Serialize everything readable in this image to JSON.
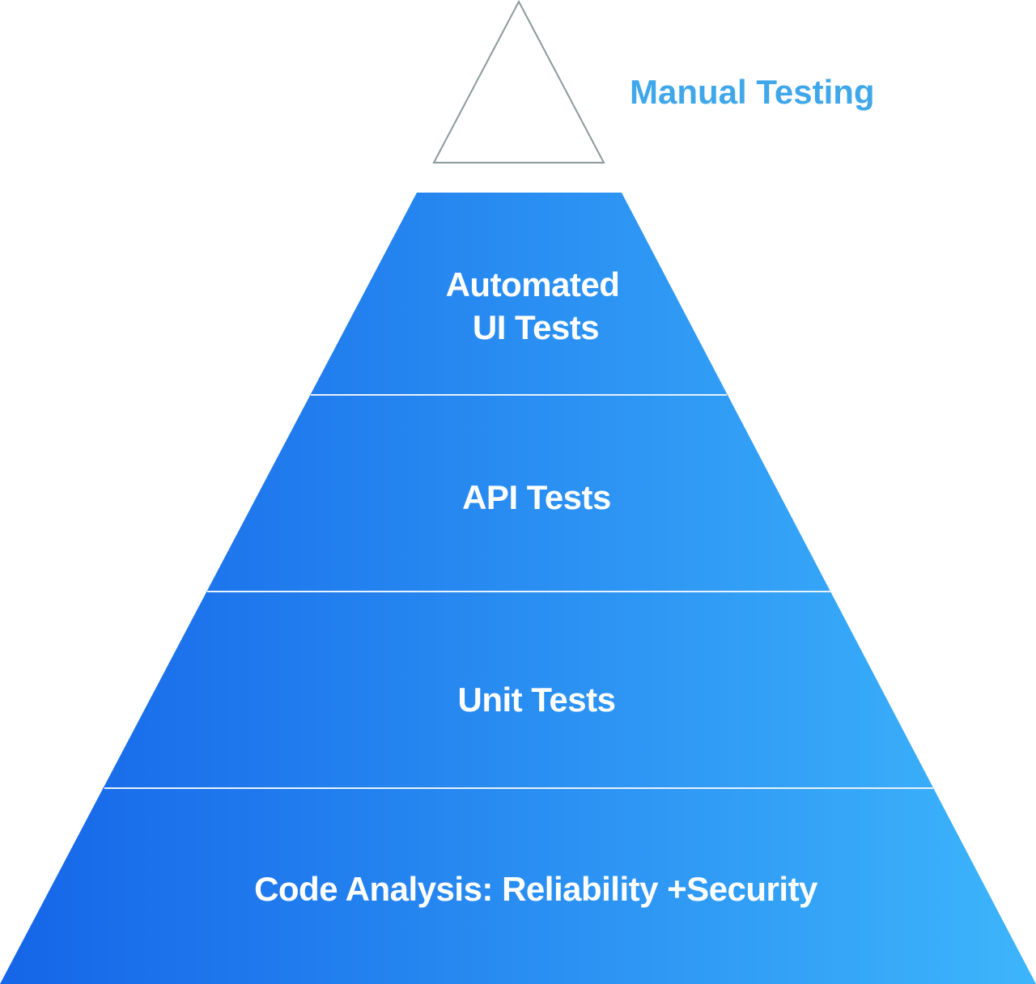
{
  "colors": {
    "gradient_start": "#1565e8",
    "gradient_end": "#3db5fb",
    "outline": "#8a9a9a",
    "divider": "#e8f2fb",
    "manual_label": "#3fa7ea",
    "tier_text": "#ffffff"
  },
  "top": {
    "label": "Manual  Testing"
  },
  "tiers": [
    {
      "lines": [
        "Automated",
        "UI Tests"
      ]
    },
    {
      "lines": [
        "API Tests"
      ]
    },
    {
      "lines": [
        "Unit Tests"
      ]
    },
    {
      "lines": [
        "Code Analysis: Reliability +Security"
      ]
    }
  ]
}
